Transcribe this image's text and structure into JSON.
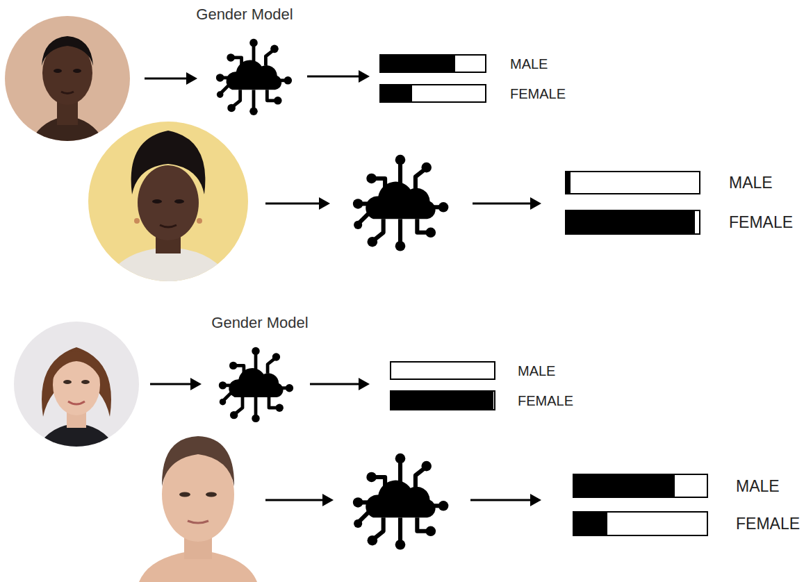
{
  "diagram": {
    "nodes": [
      {
        "text": [
          "MALE"
        ]
      },
      {
        "text": [
          "FEMALE"
        ]
      },
      {
        "text": [
          "MALE"
        ]
      },
      {
        "text": [
          "FEMALE"
        ]
      },
      {
        "text": [
          "MALE"
        ]
      },
      {
        "text": [
          "FEMALE"
        ]
      },
      {
        "text": [
          "MALE"
        ]
      },
      {
        "text": [
          "FEMALE"
        ]
      }
    ],
    "labels": [
      "Gender Model",
      "Gender Model"
    ]
  }
}
